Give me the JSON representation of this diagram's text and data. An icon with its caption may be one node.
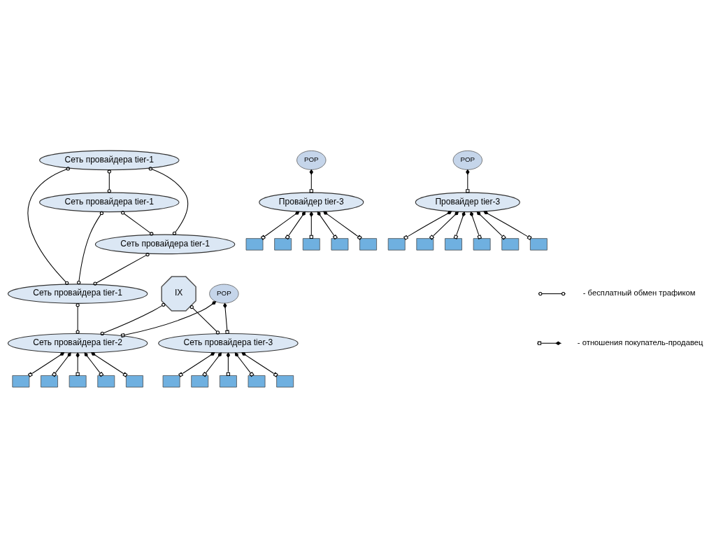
{
  "diagram": {
    "nodes": [
      {
        "text": [
          "Сеть провайдера tier-1"
        ]
      },
      {
        "text": [
          "POP"
        ]
      },
      {
        "text": [
          "Сеть провайдера tier-1"
        ]
      },
      {
        "text": [
          "Сеть провайдера tier-1"
        ]
      },
      {
        "text": [
          "POP"
        ]
      },
      {
        "text": [
          "Сеть провайдера tier-1"
        ]
      },
      {
        "text": [
          "Провайдер tier-3"
        ]
      },
      {
        "text": [
          "Сеть провайдера tier-2"
        ]
      },
      {
        "text": [
          "IX"
        ]
      },
      {
        "text": [
          "Сеть провайдера tier-3"
        ]
      },
      {
        "text": [
          "POP"
        ]
      },
      {
        "text": [
          "Провайдер tier-3"
        ]
      },
      {
        "text": [],
        "shape": "box"
      },
      {
        "text": [],
        "shape": "box"
      },
      {
        "text": [],
        "shape": "box"
      },
      {
        "text": [],
        "shape": "box"
      },
      {
        "text": [],
        "shape": "box"
      },
      {
        "text": [],
        "shape": "box"
      },
      {
        "text": [],
        "shape": "box"
      },
      {
        "text": [],
        "shape": "box"
      },
      {
        "text": [],
        "shape": "box"
      },
      {
        "text": [],
        "shape": "box"
      },
      {
        "text": [],
        "shape": "box"
      },
      {
        "text": [],
        "shape": "box"
      },
      {
        "text": [],
        "shape": "box"
      },
      {
        "text": [],
        "shape": "box"
      },
      {
        "text": [],
        "shape": "box"
      },
      {
        "text": [],
        "shape": "box"
      },
      {
        "text": [],
        "shape": "box"
      },
      {
        "text": [],
        "shape": "box"
      },
      {
        "text": [],
        "shape": "box"
      },
      {
        "text": [],
        "shape": "box"
      },
      {
        "text": [],
        "shape": "box"
      }
    ],
    "edges": [
      {
        "from": 0,
        "to": 2,
        "arrow": "other"
      },
      {
        "from": 0,
        "to": 3,
        "arrow": "other"
      },
      {
        "from": 0,
        "to": 5,
        "arrow": "other"
      },
      {
        "from": 2,
        "to": 3,
        "arrow": "other"
      },
      {
        "from": 2,
        "to": 5,
        "arrow": "other"
      },
      {
        "from": 3,
        "to": 5,
        "arrow": "other"
      },
      {
        "from": 5,
        "to": 7,
        "arrow": "other"
      },
      {
        "from": 8,
        "to": 7,
        "arrow": "other"
      },
      {
        "from": 8,
        "to": 9,
        "arrow": "other"
      },
      {
        "from": 1,
        "to": 6,
        "arrow": "other"
      },
      {
        "from": 4,
        "to": 9,
        "arrow": "other"
      },
      {
        "from": 4,
        "to": 7,
        "arrow": "other"
      },
      {
        "from": 10,
        "to": 11,
        "arrow": "other"
      },
      {
        "from": 6,
        "to": 12,
        "arrow": "other"
      },
      {
        "from": 6,
        "to": 13,
        "arrow": "other"
      },
      {
        "from": 6,
        "to": 14,
        "arrow": "other"
      },
      {
        "from": 6,
        "to": 15,
        "arrow": "other"
      },
      {
        "from": 6,
        "to": 16,
        "arrow": "other"
      },
      {
        "from": 7,
        "to": 17,
        "arrow": "other"
      },
      {
        "from": 7,
        "to": 18,
        "arrow": "other"
      },
      {
        "from": 7,
        "to": 19,
        "arrow": "other"
      },
      {
        "from": 7,
        "to": 20,
        "arrow": "other"
      },
      {
        "from": 7,
        "to": 21,
        "arrow": "other"
      },
      {
        "from": 9,
        "to": 22,
        "arrow": "other"
      },
      {
        "from": 9,
        "to": 23,
        "arrow": "other"
      },
      {
        "from": 9,
        "to": 24,
        "arrow": "other"
      },
      {
        "from": 9,
        "to": 25,
        "arrow": "other"
      },
      {
        "from": 9,
        "to": 26,
        "arrow": "other"
      },
      {
        "from": 11,
        "to": 27,
        "arrow": "other"
      },
      {
        "from": 11,
        "to": 28,
        "arrow": "other"
      },
      {
        "from": 11,
        "to": 29,
        "arrow": "other"
      },
      {
        "from": 11,
        "to": 30,
        "arrow": "other"
      },
      {
        "from": 11,
        "to": 31,
        "arrow": "other"
      },
      {
        "from": 11,
        "to": 32,
        "arrow": "other"
      }
    ],
    "legend": [
      {
        "text": "- бесплатный обмен трафиком"
      },
      {
        "text": "- отношения покупатель-продавец"
      }
    ]
  }
}
